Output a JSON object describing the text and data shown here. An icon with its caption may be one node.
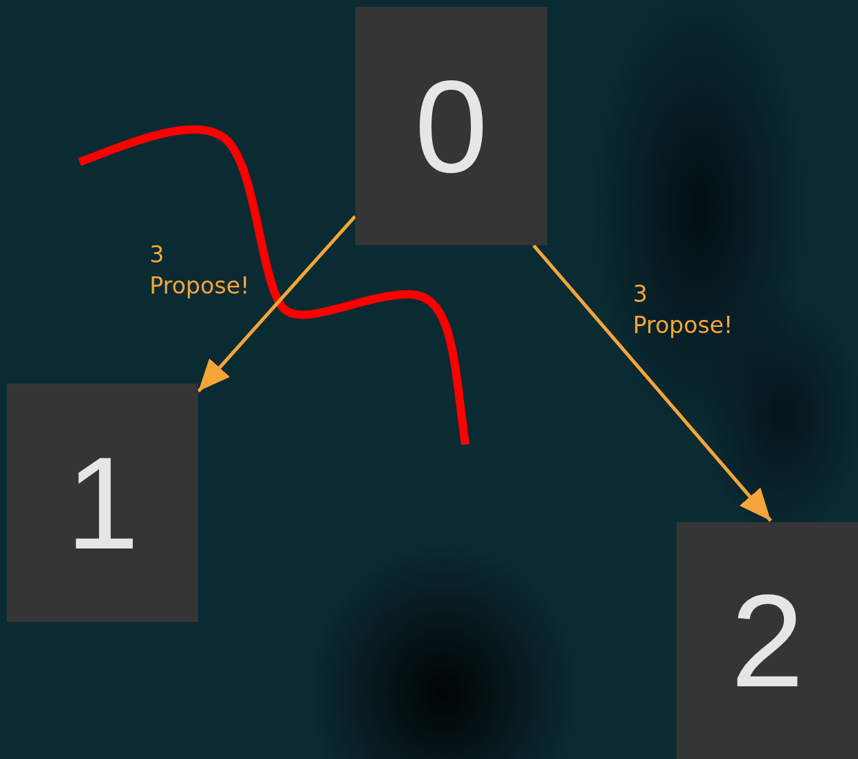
{
  "diagram": {
    "nodes": [
      {
        "text": [
          "0"
        ]
      },
      {
        "text": [
          "1"
        ]
      },
      {
        "text": [
          "2"
        ]
      }
    ],
    "edges": [
      {
        "from": 0,
        "to": 1,
        "arrow": "to",
        "label": "3 Propose!"
      },
      {
        "from": 0,
        "to": 2,
        "arrow": "to",
        "label": "3 Propose!"
      }
    ]
  }
}
